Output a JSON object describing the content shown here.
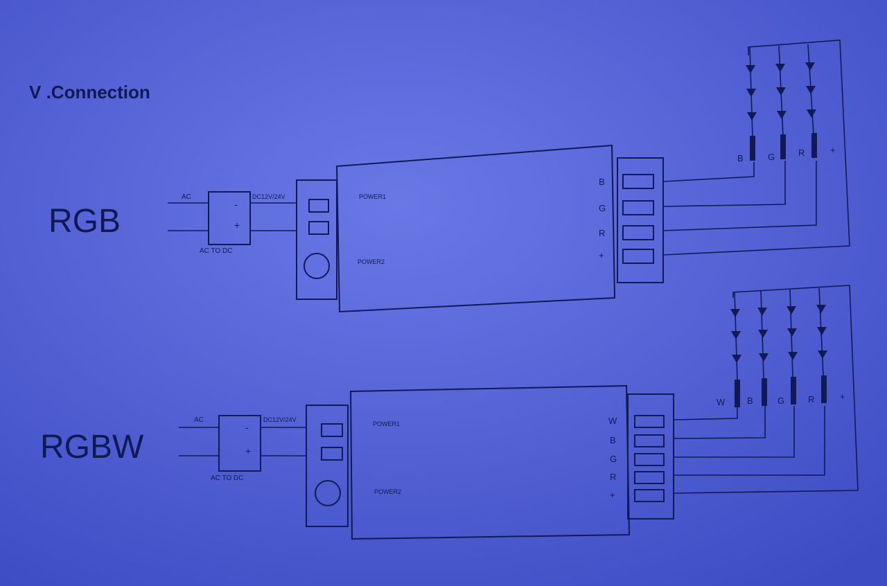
{
  "heading": "V .Connection",
  "colors": {
    "paper": "#4f5fd6",
    "ink": "#111a55"
  },
  "sections": [
    {
      "title": "RGB",
      "input_label": "AC",
      "converter_label": "AC TO DC",
      "converter_minus": "-",
      "converter_plus": "+",
      "dc_label": "DC12V/24V",
      "power1": "POWER1",
      "power2": "POWER2",
      "pins": [
        "B",
        "G",
        "R",
        "+"
      ],
      "strip_labels": [
        "B",
        "G",
        "R",
        "+"
      ]
    },
    {
      "title": "RGBW",
      "input_label": "AC",
      "converter_label": "AC TO DC",
      "converter_minus": "-",
      "converter_plus": "+",
      "dc_label": "DC12V/24V",
      "power1": "POWER1",
      "power2": "POWER2",
      "pins": [
        "W",
        "B",
        "G",
        "R",
        "+"
      ],
      "strip_labels": [
        "W",
        "B",
        "G",
        "R",
        "+"
      ]
    }
  ]
}
